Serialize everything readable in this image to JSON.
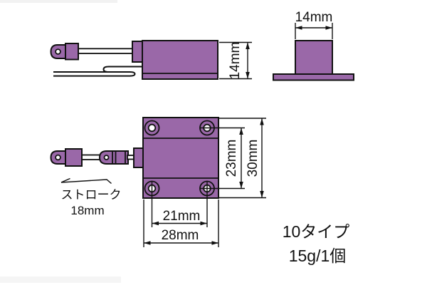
{
  "colors": {
    "body": "#9a68a8",
    "line": "#111111",
    "hole": "#ffffff",
    "background": "#ffffff"
  },
  "views": {
    "side": {
      "height_dim": "14mm"
    },
    "front": {
      "width_dim": "14mm"
    },
    "plan": {
      "hole_pitch_vertical": "23mm",
      "body_height": "30mm",
      "hole_pitch_horizontal": "21mm",
      "body_width": "28mm"
    },
    "stroke": {
      "label": "ストローク",
      "value": "18mm"
    }
  },
  "notes": {
    "type": "10タイプ",
    "weight": "15g/1個"
  }
}
